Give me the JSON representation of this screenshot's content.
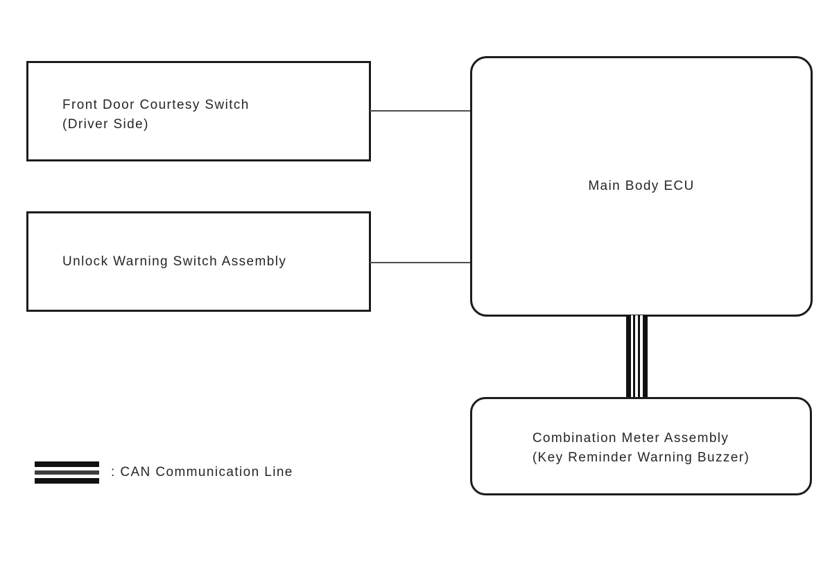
{
  "diagram": {
    "type": "system-block-diagram",
    "colors": {
      "background": "#ffffff",
      "border": "#1c1c1c",
      "text": "#262626",
      "connector": "#4d4d4d",
      "can_line": "#111111"
    },
    "nodes": {
      "front_door": {
        "line1": "Front Door Courtesy Switch",
        "line2": "(Driver Side)"
      },
      "unlock_switch": {
        "line1": "Unlock Warning Switch Assembly"
      },
      "main_body_ecu": {
        "line1": "Main Body ECU"
      },
      "combination_meter": {
        "line1": "Combination Meter Assembly",
        "line2": "(Key Reminder Warning Buzzer)"
      }
    },
    "connections": [
      {
        "from": "front_door",
        "to": "main_body_ecu",
        "type": "wire"
      },
      {
        "from": "unlock_switch",
        "to": "main_body_ecu",
        "type": "wire"
      },
      {
        "from": "main_body_ecu",
        "to": "combination_meter",
        "type": "can-communication-line"
      }
    ],
    "legend": {
      "label": ": CAN Communication Line",
      "symbol": "can-line-stripes"
    }
  }
}
